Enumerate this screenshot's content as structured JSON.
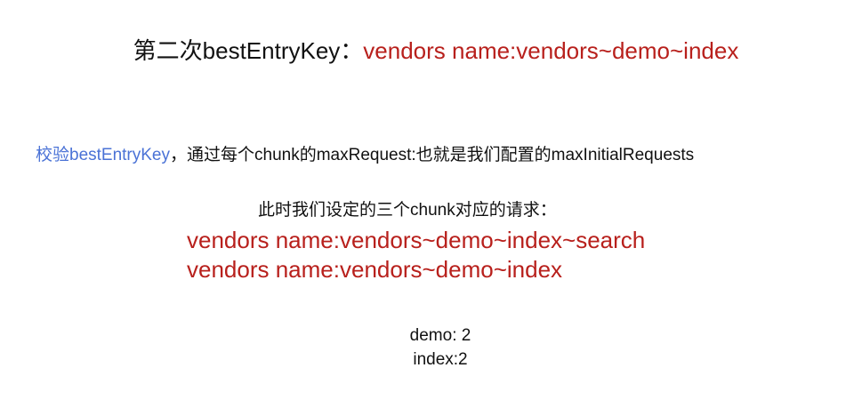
{
  "heading": {
    "label": "第二次bestEntryKey：",
    "value": "vendors name:vendors~demo~index"
  },
  "check": {
    "key": "校验bestEntryKey",
    "text": "，通过每个chunk的maxRequest:也就是我们配置的maxInitialRequests"
  },
  "settings_intro": "此时我们设定的三个chunk对应的请求：",
  "requests": [
    "vendors name:vendors~demo~index~search",
    "vendors name:vendors~demo~index"
  ],
  "counts": [
    "demo: 2",
    "index:2"
  ],
  "colors": {
    "highlight_red": "#b8201c",
    "highlight_blue": "#4a72d6",
    "text": "#111111"
  }
}
